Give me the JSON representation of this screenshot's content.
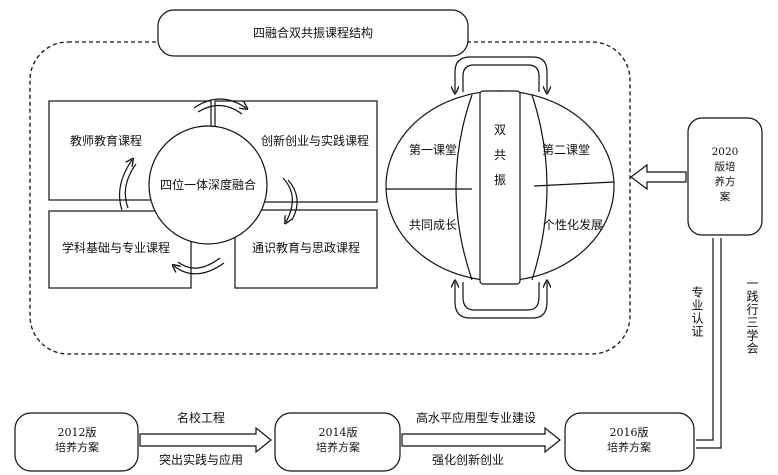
{
  "top_title": "四融合双共振课程结构",
  "courses": {
    "teacher": "教师教育课程",
    "innovation": "创新创业与实践课程",
    "subject": "学科基础与专业课程",
    "general": "通识教育与思政课程",
    "center": "四位一体深度融合"
  },
  "resonance": {
    "first_class": "第一课堂",
    "second_class": "第二课堂",
    "co_growth": "共同成长",
    "individual": "个性化发展",
    "center_chars": [
      "双",
      "共",
      "振"
    ]
  },
  "plan2020": {
    "year": "2020",
    "lines": [
      "版培",
      "养方",
      "案"
    ]
  },
  "side_labels": {
    "certification": "专业认证",
    "practice": "一践行三学会"
  },
  "timeline": {
    "plan2012": {
      "line1": "2012版",
      "line2": "培养方案"
    },
    "plan2014": {
      "line1": "2014版",
      "line2": "培养方案"
    },
    "plan2016": {
      "line1": "2016版",
      "line2": "培养方案"
    },
    "arrow1_top": "名校工程",
    "arrow1_bottom": "突出实践与应用",
    "arrow2_top": "高水平应用型专业建设",
    "arrow2_bottom": "强化创新创业"
  }
}
